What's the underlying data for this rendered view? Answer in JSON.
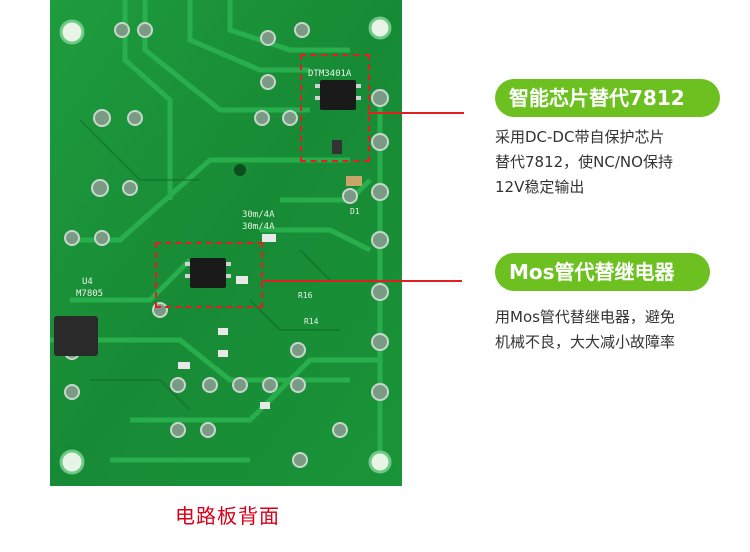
{
  "callouts": [
    {
      "title": "智能芯片替代7812",
      "lines": [
        "采用DC-DC带自保护芯片",
        "替代7812，使NC/NO保持",
        "12V稳定输出"
      ]
    },
    {
      "title": "Mos管代替继电器",
      "lines": [
        "用Mos管代替继电器，避免",
        "机械不良，大大减小故障率"
      ]
    }
  ],
  "caption": "电路板背面",
  "board_labels": {
    "chip_top": "DTM3401A",
    "reg_name": "U4",
    "reg_part": "M7805",
    "current_1": "30m/4A",
    "current_2": "30m/4A",
    "r16": "R16",
    "r14": "R14",
    "d1": "D1"
  },
  "colors": {
    "pcb": "#1c9a3c",
    "pcb_dark": "#0f6a28",
    "trace": "#28b04b",
    "pill": "#6cc120",
    "accent_red": "#e02020",
    "caption_red": "#d8001b"
  }
}
